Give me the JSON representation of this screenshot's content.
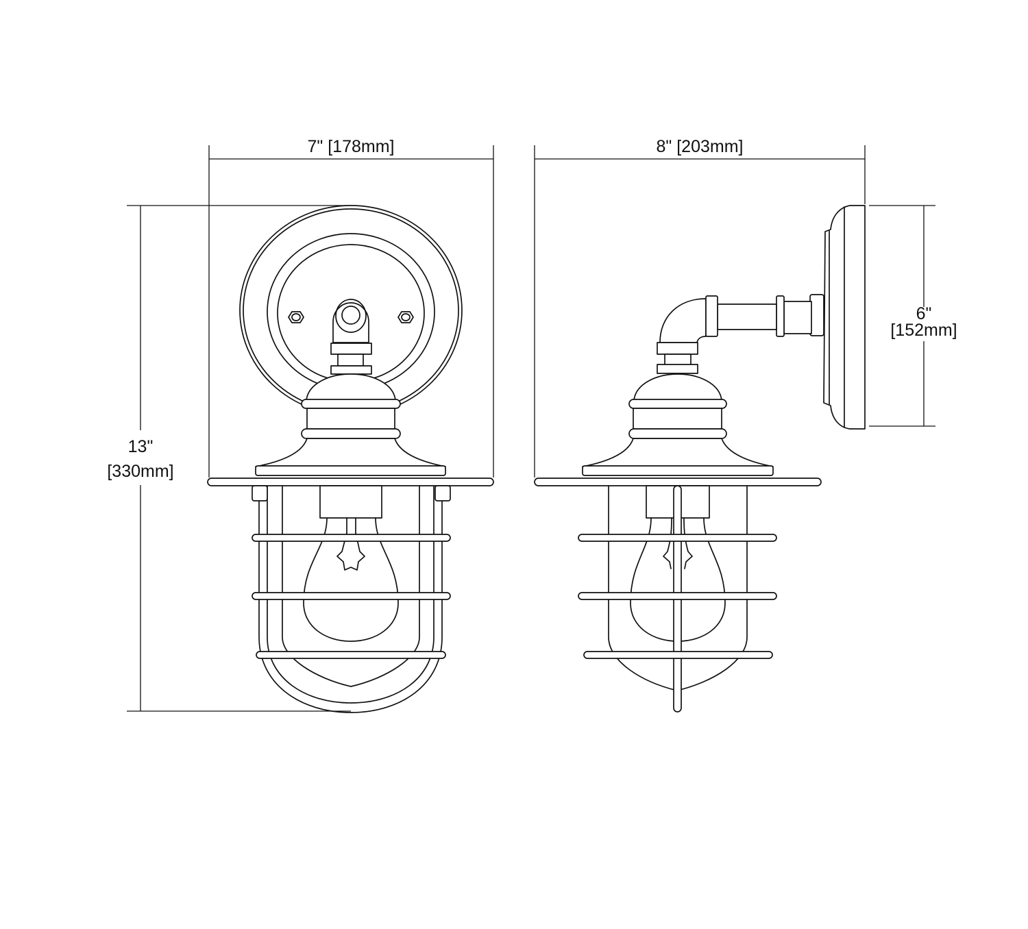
{
  "front_view": {
    "width_label": "7\" [178mm]",
    "height_label_in": "13\"",
    "height_label_mm": "[330mm]"
  },
  "side_view": {
    "depth_label": "8\" [203mm]",
    "backplate_label_in": "6\"",
    "backplate_label_mm": "[152mm]"
  },
  "colors": {
    "line": "#111111",
    "background": "#ffffff"
  }
}
